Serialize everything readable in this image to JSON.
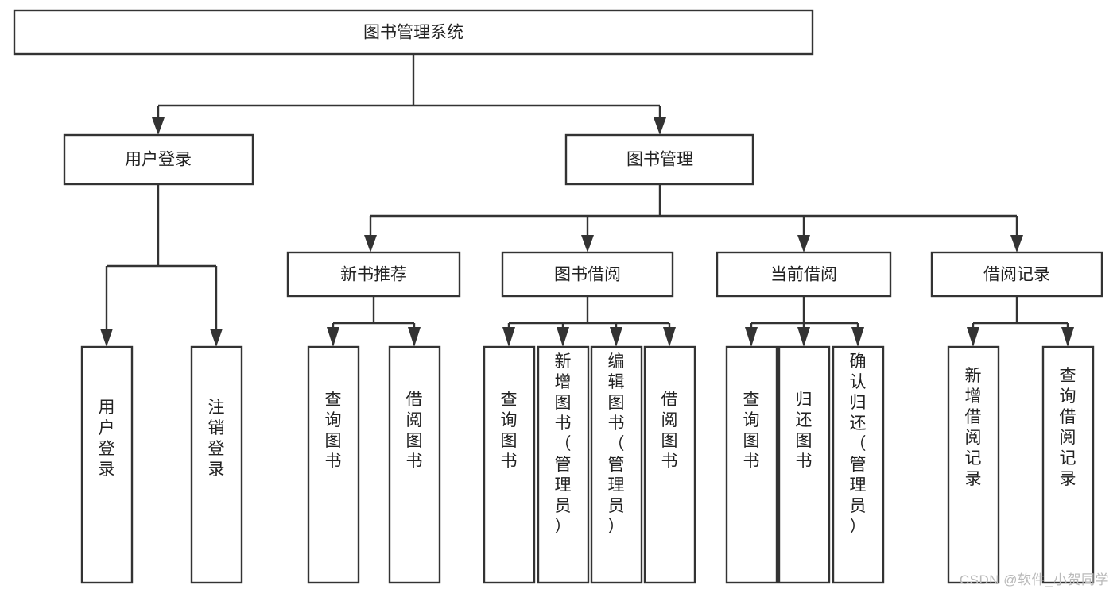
{
  "diagram": {
    "type": "tree",
    "title": "图书管理系统",
    "watermark": "CSDN @软件_小贺同学",
    "colors": {
      "stroke": "#333333",
      "fill": "#ffffff",
      "text": "#222222",
      "watermark": "#b9b9b9"
    },
    "nodes": {
      "root": {
        "label": "图书管理系统"
      },
      "level2": [
        {
          "label": "用户登录"
        },
        {
          "label": "图书管理"
        }
      ],
      "level3": [
        {
          "label": "新书推荐"
        },
        {
          "label": "图书借阅"
        },
        {
          "label": "当前借阅"
        },
        {
          "label": "借阅记录"
        }
      ],
      "leaves": {
        "user_login": [
          {
            "label": "用户登录"
          },
          {
            "label": "注销登录"
          }
        ],
        "new_book": [
          {
            "label": "查询图书"
          },
          {
            "label": "借阅图书"
          }
        ],
        "book_borrow": [
          {
            "label": "查询图书"
          },
          {
            "label": "新增图书（管理员）"
          },
          {
            "label": "编辑图书（管理员）"
          },
          {
            "label": "借阅图书"
          }
        ],
        "current_borrow": [
          {
            "label": "查询图书"
          },
          {
            "label": "归还图书"
          },
          {
            "label": "确认归还（管理员）"
          }
        ],
        "borrow_record": [
          {
            "label": "新增借阅记录"
          },
          {
            "label": "查询借阅记录"
          }
        ]
      }
    }
  }
}
